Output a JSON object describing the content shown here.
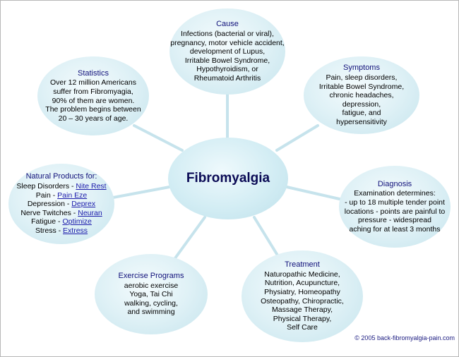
{
  "center": {
    "title": "Fibromyalgia"
  },
  "cause": {
    "title": "Cause",
    "lines": [
      "Infections (bacterial or viral),",
      "pregnancy, motor vehicle accident,",
      "development of  Lupus,",
      "Irritable Bowel Syndrome,",
      "Hypothyroidism, or",
      "Rheumatoid Arthritis"
    ]
  },
  "statistics": {
    "title": "Statistics",
    "lines": [
      "Over 12 million Americans",
      "suffer from Fibromyagia,",
      "90% of them are women.",
      "The problem begins between",
      "20 – 30 years of age."
    ]
  },
  "symptoms": {
    "title": "Symptoms",
    "lines": [
      "Pain, sleep disorders,",
      "Irritable Bowel Syndrome,",
      "chronic headaches,",
      "depression,",
      "fatigue, and",
      "hypersensitivity"
    ]
  },
  "natural_products": {
    "title": "Natural Products for:",
    "items": [
      {
        "label": "Sleep Disorders - ",
        "link": "Nite Rest"
      },
      {
        "label": "Pain - ",
        "link": "Pain Eze"
      },
      {
        "label": "Depression - ",
        "link": "Deprex"
      },
      {
        "label": "Nerve Twitches - ",
        "link": "Neuran"
      },
      {
        "label": "Fatigue - ",
        "link": "Optimize"
      },
      {
        "label": "Stress - ",
        "link": "Extress"
      }
    ]
  },
  "diagnosis": {
    "title": "Diagnosis",
    "lines": [
      "Examination determines:",
      "- up to 18 multiple tender point",
      "locations - points are painful to",
      "pressure  - widespread",
      "aching for at least 3 months"
    ]
  },
  "exercise": {
    "title": "Exercise Programs",
    "lines": [
      "aerobic exercise",
      "Yoga, Tai Chi",
      "walking, cycling,",
      "and swimming"
    ]
  },
  "treatment": {
    "title": "Treatment",
    "lines": [
      "Naturopathic Medicine,",
      "Nutrition, Acupuncture,",
      "Physiatry, Homeopathy",
      "Osteopathy, Chiropractic,",
      "Massage Therapy,",
      "Physical Therapy,",
      "Self  Care"
    ]
  },
  "credit": "© 2005  back-fibromyalgia-pain.com",
  "colors": {
    "bubble": "#d8eef4",
    "connector": "#c6e3ec",
    "title_text": "#10107a",
    "link": "#1a1aaa"
  }
}
